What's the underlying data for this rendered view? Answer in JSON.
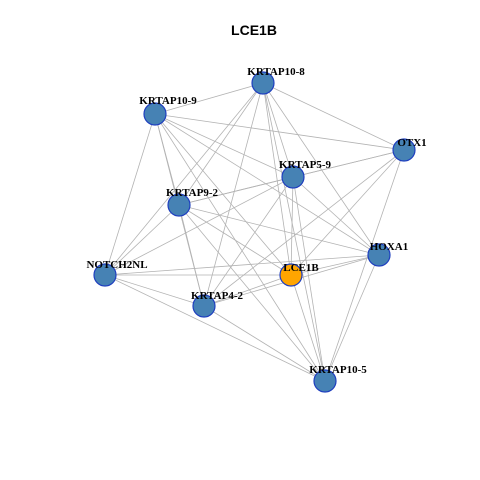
{
  "title": "LCE1B",
  "colors": {
    "node_fill": "#4682b4",
    "node_stroke": "#1f3fbf",
    "center_fill": "#ffa500",
    "edge": "#b3b3b3"
  },
  "nodes": [
    {
      "id": "KRTAP10-8",
      "label": "KRTAP10-8",
      "center": false
    },
    {
      "id": "KRTAP10-9",
      "label": "KRTAP10-9",
      "center": false
    },
    {
      "id": "OTX1",
      "label": "OTX1",
      "center": false
    },
    {
      "id": "KRTAP5-9",
      "label": "KRTAP5-9",
      "center": false
    },
    {
      "id": "KRTAP9-2",
      "label": "KRTAP9-2",
      "center": false
    },
    {
      "id": "HOXA1",
      "label": "HOXA1",
      "center": false
    },
    {
      "id": "NOTCH2NL",
      "label": "NOTCH2NL",
      "center": false
    },
    {
      "id": "LCE1B",
      "label": "LCE1B",
      "center": true
    },
    {
      "id": "KRTAP4-2",
      "label": "KRTAP4-2",
      "center": false
    },
    {
      "id": "KRTAP10-5",
      "label": "KRTAP10-5",
      "center": false
    }
  ],
  "edges": [
    [
      "KRTAP10-8",
      "KRTAP10-9"
    ],
    [
      "KRTAP10-8",
      "OTX1"
    ],
    [
      "KRTAP10-8",
      "KRTAP5-9"
    ],
    [
      "KRTAP10-8",
      "KRTAP9-2"
    ],
    [
      "KRTAP10-8",
      "HOXA1"
    ],
    [
      "KRTAP10-8",
      "NOTCH2NL"
    ],
    [
      "KRTAP10-8",
      "LCE1B"
    ],
    [
      "KRTAP10-8",
      "KRTAP4-2"
    ],
    [
      "KRTAP10-8",
      "KRTAP10-5"
    ],
    [
      "KRTAP10-9",
      "OTX1"
    ],
    [
      "KRTAP10-9",
      "KRTAP5-9"
    ],
    [
      "KRTAP10-9",
      "KRTAP9-2"
    ],
    [
      "KRTAP10-9",
      "HOXA1"
    ],
    [
      "KRTAP10-9",
      "NOTCH2NL"
    ],
    [
      "KRTAP10-9",
      "LCE1B"
    ],
    [
      "KRTAP10-9",
      "KRTAP4-2"
    ],
    [
      "KRTAP10-9",
      "KRTAP10-5"
    ],
    [
      "OTX1",
      "KRTAP5-9"
    ],
    [
      "OTX1",
      "KRTAP9-2"
    ],
    [
      "OTX1",
      "LCE1B"
    ],
    [
      "OTX1",
      "KRTAP4-2"
    ],
    [
      "OTX1",
      "KRTAP10-5"
    ],
    [
      "KRTAP5-9",
      "KRTAP9-2"
    ],
    [
      "KRTAP5-9",
      "HOXA1"
    ],
    [
      "KRTAP5-9",
      "NOTCH2NL"
    ],
    [
      "KRTAP5-9",
      "LCE1B"
    ],
    [
      "KRTAP5-9",
      "KRTAP4-2"
    ],
    [
      "KRTAP5-9",
      "KRTAP10-5"
    ],
    [
      "KRTAP9-2",
      "HOXA1"
    ],
    [
      "KRTAP9-2",
      "NOTCH2NL"
    ],
    [
      "KRTAP9-2",
      "LCE1B"
    ],
    [
      "KRTAP9-2",
      "KRTAP4-2"
    ],
    [
      "KRTAP9-2",
      "KRTAP10-5"
    ],
    [
      "HOXA1",
      "NOTCH2NL"
    ],
    [
      "HOXA1",
      "LCE1B"
    ],
    [
      "HOXA1",
      "KRTAP4-2"
    ],
    [
      "HOXA1",
      "KRTAP10-5"
    ],
    [
      "NOTCH2NL",
      "LCE1B"
    ],
    [
      "NOTCH2NL",
      "KRTAP4-2"
    ],
    [
      "NOTCH2NL",
      "KRTAP10-5"
    ],
    [
      "LCE1B",
      "KRTAP4-2"
    ],
    [
      "LCE1B",
      "KRTAP10-5"
    ],
    [
      "KRTAP4-2",
      "KRTAP10-5"
    ]
  ]
}
